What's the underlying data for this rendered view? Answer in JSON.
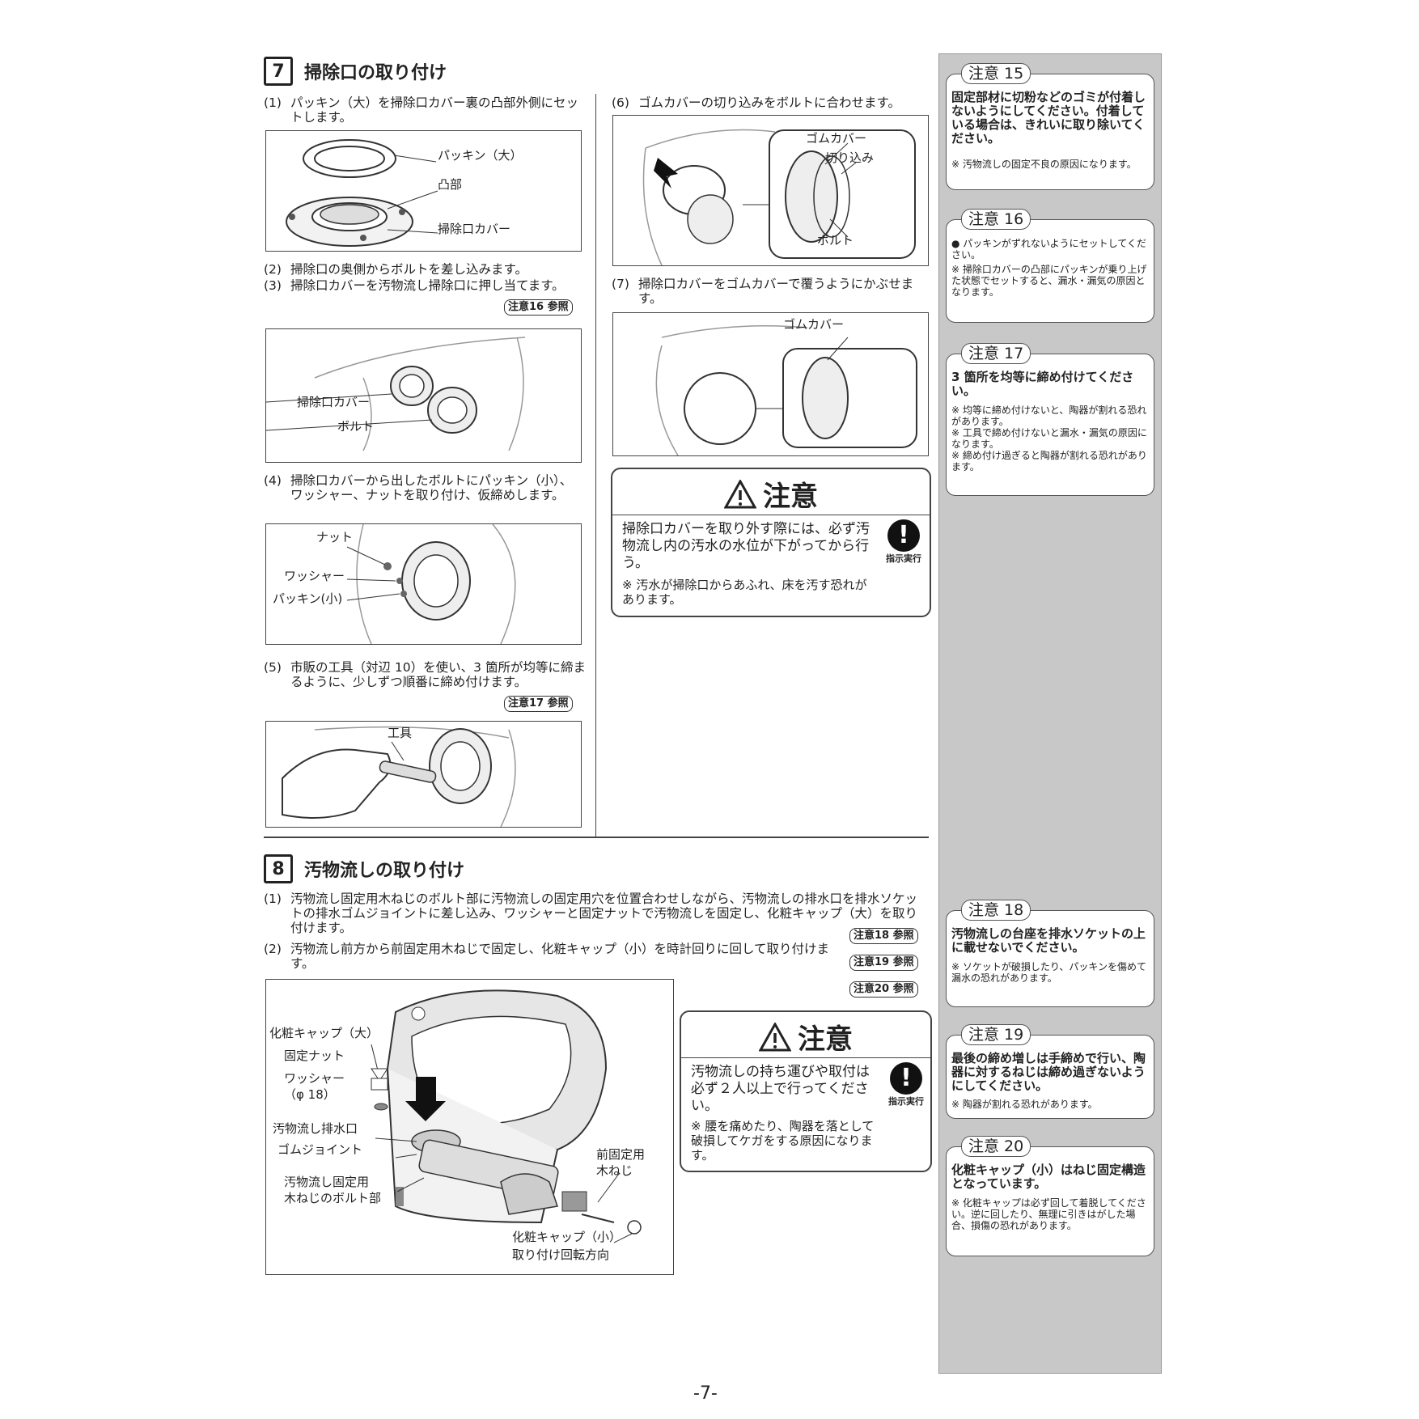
{
  "section7": {
    "num": "7",
    "title": "掃除口の取り付け",
    "steps": {
      "s1": {
        "n": "(1)",
        "text": "パッキン（大）を掃除口カバー裏の凸部外側にセットします。"
      },
      "s2": {
        "n": "(2)",
        "text": "掃除口の奥側からボルトを差し込みます。"
      },
      "s3": {
        "n": "(3)",
        "text": "掃除口カバーを汚物流し掃除口に押し当てます。"
      },
      "s4": {
        "n": "(4)",
        "text": "掃除口カバーから出したボルトにパッキン（小）、ワッシャー、ナットを取り付け、仮締めします。"
      },
      "s5": {
        "n": "(5)",
        "text": "市販の工具（対辺 10）を使い、3 箇所が均等に締まるように、少しずつ順番に締め付けます。"
      },
      "s6": {
        "n": "(6)",
        "text": "ゴムカバーの切り込みをボルトに合わせます。"
      },
      "s7": {
        "n": "(7)",
        "text": "掃除口カバーをゴムカバーで覆うようにかぶせます。"
      }
    },
    "refs": {
      "r16": "注意16 参照",
      "r17": "注意17 参照"
    },
    "fig1": {
      "packing_large": "パッキン（大）",
      "convex": "凸部",
      "cover": "掃除口カバー"
    },
    "fig2": {
      "cover": "掃除口カバー",
      "bolt": "ボルト"
    },
    "fig4": {
      "nut": "ナット",
      "washer": "ワッシャー",
      "packing_small": "パッキン(小)"
    },
    "fig5": {
      "tool": "工具"
    },
    "fig6": {
      "rubber_cover": "ゴムカバー",
      "notch": "切り込み",
      "bolt": "ボルト"
    },
    "fig7": {
      "rubber_cover": "ゴムカバー"
    },
    "caution": {
      "title": "注意",
      "main": "掃除口カバーを取り外す際には、必ず汚物流し内の汚水の水位が下がってから行う。",
      "sub": "※ 汚水が掃除口からあふれ、床を汚す恐れがあります。",
      "icon_label": "指示実行"
    }
  },
  "section8": {
    "num": "8",
    "title": "汚物流しの取り付け",
    "steps": {
      "s1": {
        "n": "(1)",
        "text": "汚物流し固定用木ねじのボルト部に汚物流しの固定用穴を位置合わせしながら、汚物流しの排水口を排水ソケットの排水ゴムジョイントに差し込み、ワッシャーと固定ナットで汚物流しを固定し、化粧キャップ（大）を取り付けます。"
      },
      "s2": {
        "n": "(2)",
        "text": "汚物流し前方から前固定用木ねじで固定し、化粧キャップ（小）を時計回りに回して取り付けます。"
      }
    },
    "refs": {
      "r18": "注意18 参照",
      "r19": "注意19 参照",
      "r20": "注意20 参照"
    },
    "fig": {
      "cap_large": "化粧キャップ（大）",
      "fix_nut": "固定ナット",
      "washer": "ワッシャー",
      "washer_size": "（φ 18）",
      "drain": "汚物流し排水口",
      "rubber_joint": "ゴムジョイント",
      "bolt_part_1": "汚物流し固定用",
      "bolt_part_2": "木ねじのボルト部",
      "front_screw_1": "前固定用",
      "front_screw_2": "木ねじ",
      "cap_small_1": "化粧キャップ（小）",
      "cap_small_2": "取り付け回転方向"
    },
    "caution": {
      "title": "注意",
      "main": "汚物流しの持ち運びや取付は必ず２人以上で行ってください。",
      "sub": "※ 腰を痛めたり、陶器を落として破損してケガをする原因になります。",
      "icon_label": "指示実行"
    }
  },
  "notes": {
    "n15": {
      "label": "注意 15",
      "main": "固定部材に切粉などのゴミが付着しないようにしてください。付着している場合は、きれいに取り除いてください。",
      "sub": "※ 汚物流しの固定不良の原因になります。"
    },
    "n16": {
      "label": "注意 16",
      "main": "",
      "sub1": "● パッキンがずれないようにセットしてください。",
      "sub2": "※ 掃除口カバーの凸部にパッキンが乗り上げた状態でセットすると、漏水・漏気の原因となります。"
    },
    "n17": {
      "label": "注意 17",
      "main": "3 箇所を均等に締め付けてください。",
      "sub": "※ 均等に締め付けないと、陶器が割れる恐れがあります。\n※ 工具で締め付けないと漏水・漏気の原因になります。\n※ 締め付け過ぎると陶器が割れる恐れがあります。"
    },
    "n18": {
      "label": "注意 18",
      "main": "汚物流しの台座を排水ソケットの上に載せないでください。",
      "sub": "※ ソケットが破損したり、パッキンを傷めて漏水の恐れがあります。"
    },
    "n19": {
      "label": "注意 19",
      "main": "最後の締め増しは手締めで行い、陶器に対するねじは締め過ぎないようにしてください。",
      "sub": "※ 陶器が割れる恐れがあります。"
    },
    "n20": {
      "label": "注意 20",
      "main": "化粧キャップ（小）はねじ固定構造となっています。",
      "sub": "※ 化粧キャップは必ず回して着脱してください。逆に回したり、無理に引きはがした場合、損傷の恐れがあります。"
    }
  },
  "page_number": "-7-"
}
